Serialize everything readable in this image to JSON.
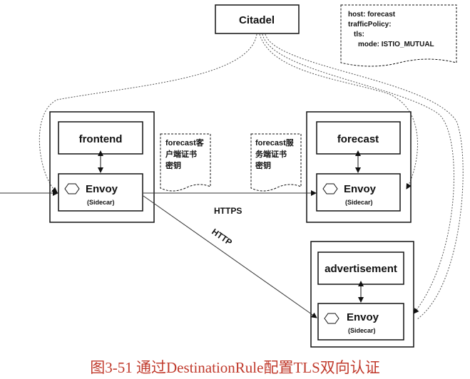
{
  "citadel": {
    "label": "Citadel"
  },
  "policy": {
    "lines": [
      "host: forecast",
      "trafficPolicy:",
      "  tls:",
      "    mode: ISTIO_MUTUAL"
    ]
  },
  "frontend": {
    "service": "frontend",
    "proxy": "Envoy",
    "proxy_sub": "(Sidecar)"
  },
  "forecast": {
    "service": "forecast",
    "proxy": "Envoy",
    "proxy_sub": "(Sidecar)"
  },
  "advertisement": {
    "service": "advertisement",
    "proxy": "Envoy",
    "proxy_sub": "(Sidecar)"
  },
  "cert_left": {
    "lines": [
      "forecast客",
      "户端证书",
      "密钥"
    ]
  },
  "cert_right": {
    "lines": [
      "forecast服",
      "务端证书",
      "密钥"
    ]
  },
  "edges": {
    "https": "HTTPS",
    "http": "HTTP"
  },
  "caption": "图3-51 通过DestinationRule配置TLS双向认证"
}
